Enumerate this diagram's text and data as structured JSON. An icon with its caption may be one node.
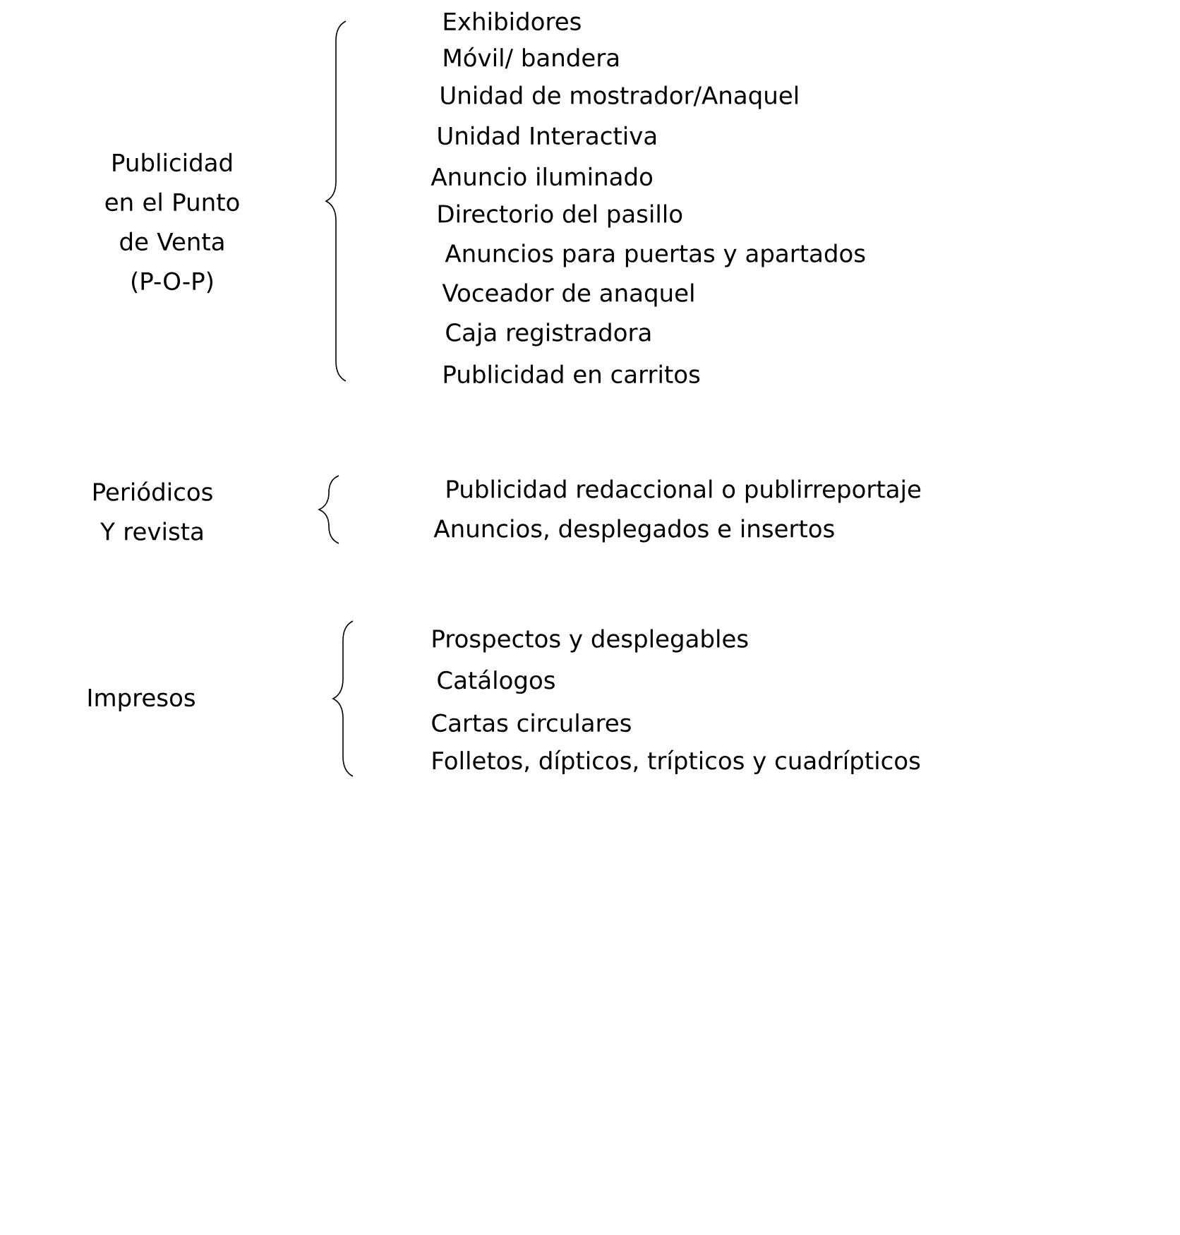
{
  "diagram": {
    "labels": [
      "Publicidad en el Punto de Venta (P-O-P)",
      "Exhibidores",
      "Móvil/ bandera",
      "Unidad de mostrador/Anaquel",
      "Unidad Interactiva",
      "Anuncio iluminado",
      "Directorio del pasillo",
      "Anuncios para puertas y apartados",
      "Voceador de anaquel",
      "Caja registradora",
      "Publicidad en carritos",
      "Periódicos Y revista",
      "Publicidad redaccional o publirreportaje",
      "Anuncios, desplegados e insertos",
      "Impresos",
      "Prospectos y desplegables",
      "Catálogos",
      "Cartas circulares",
      "Folletos, dípticos, trípticos y cuadrípticos"
    ]
  }
}
